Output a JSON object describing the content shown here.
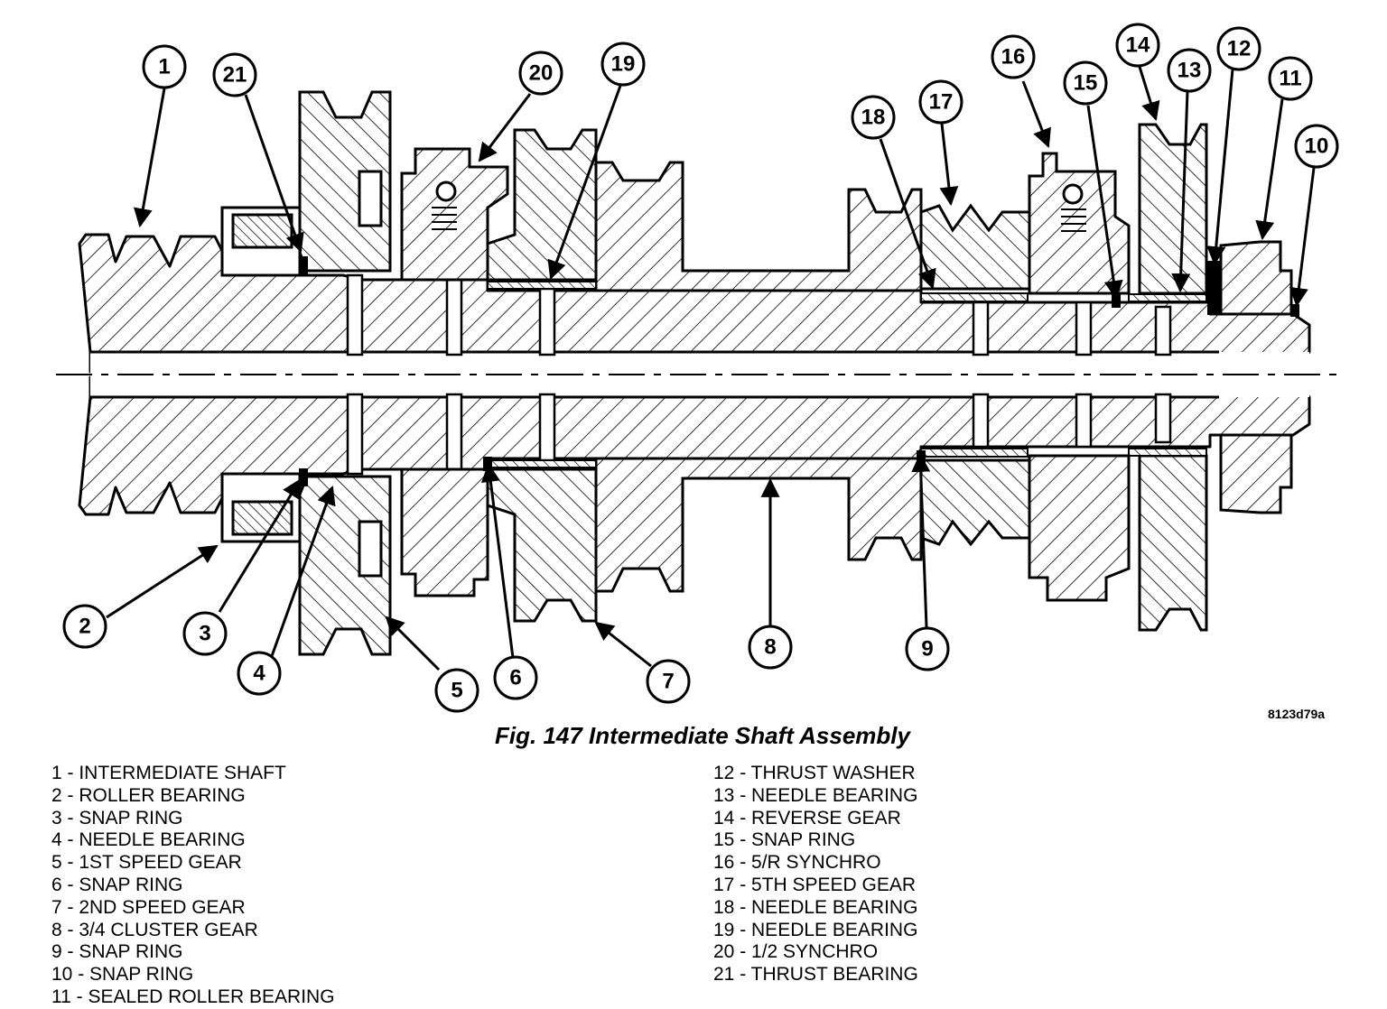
{
  "figure": {
    "id": "8123d79a",
    "title": "Fig. 147 Intermediate Shaft Assembly"
  },
  "callouts": [
    "1",
    "2",
    "3",
    "4",
    "5",
    "6",
    "7",
    "8",
    "9",
    "10",
    "11",
    "12",
    "13",
    "14",
    "15",
    "16",
    "17",
    "18",
    "19",
    "20",
    "21"
  ],
  "legend_left": [
    "1 - INTERMEDIATE SHAFT",
    "2 - ROLLER BEARING",
    "3 - SNAP RING",
    "4 - NEEDLE BEARING",
    "5 - 1ST SPEED GEAR",
    "6 - SNAP RING",
    "7 - 2ND SPEED GEAR",
    "8 - 3/4 CLUSTER GEAR",
    "9 - SNAP RING",
    "10 - SNAP RING",
    "11 - SEALED ROLLER BEARING"
  ],
  "legend_right": [
    "12 - THRUST WASHER",
    "13 - NEEDLE BEARING",
    "14 - REVERSE GEAR",
    "15 - SNAP RING",
    "16 - 5/R SYNCHRO",
    "17 - 5TH SPEED GEAR",
    "18 - NEEDLE BEARING",
    "19 - NEEDLE BEARING",
    "20 - 1/2 SYNCHRO",
    "21 - THRUST BEARING"
  ]
}
